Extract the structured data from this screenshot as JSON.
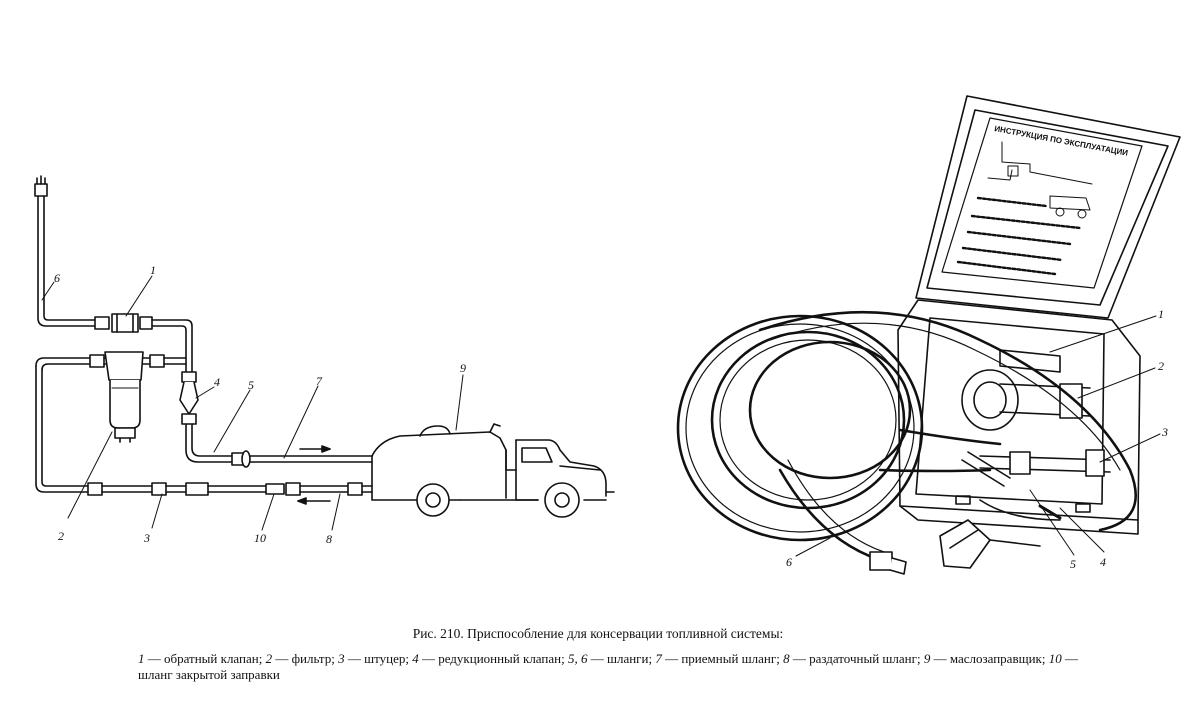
{
  "figure": {
    "caption": "Рис. 210. Приспособление для консервации топливной системы:",
    "legend": [
      {
        "num": "1",
        "text": "обратный клапан;"
      },
      {
        "num": "2",
        "text": "фильтр;"
      },
      {
        "num": "3",
        "text": "штуцер;"
      },
      {
        "num": "4",
        "text": "редукционный клапан;"
      },
      {
        "num": "5, 6",
        "text": "шланги;"
      },
      {
        "num": "7",
        "text": "приемный шланг;"
      },
      {
        "num": "8",
        "text": "раздаточный шланг;"
      },
      {
        "num": "9",
        "text": "маслозаправщик;"
      },
      {
        "num": "10",
        "text": "шланг закрытой заправки"
      }
    ],
    "dash": "—",
    "left_callouts": [
      "1",
      "2",
      "3",
      "4",
      "5",
      "6",
      "7",
      "8",
      "9",
      "10"
    ],
    "right_callouts": [
      "1",
      "2",
      "3",
      "4",
      "5",
      "6"
    ],
    "lid_plate_title": "ИНСТРУКЦИЯ ПО ЭКСПЛУАТАЦИИ"
  }
}
